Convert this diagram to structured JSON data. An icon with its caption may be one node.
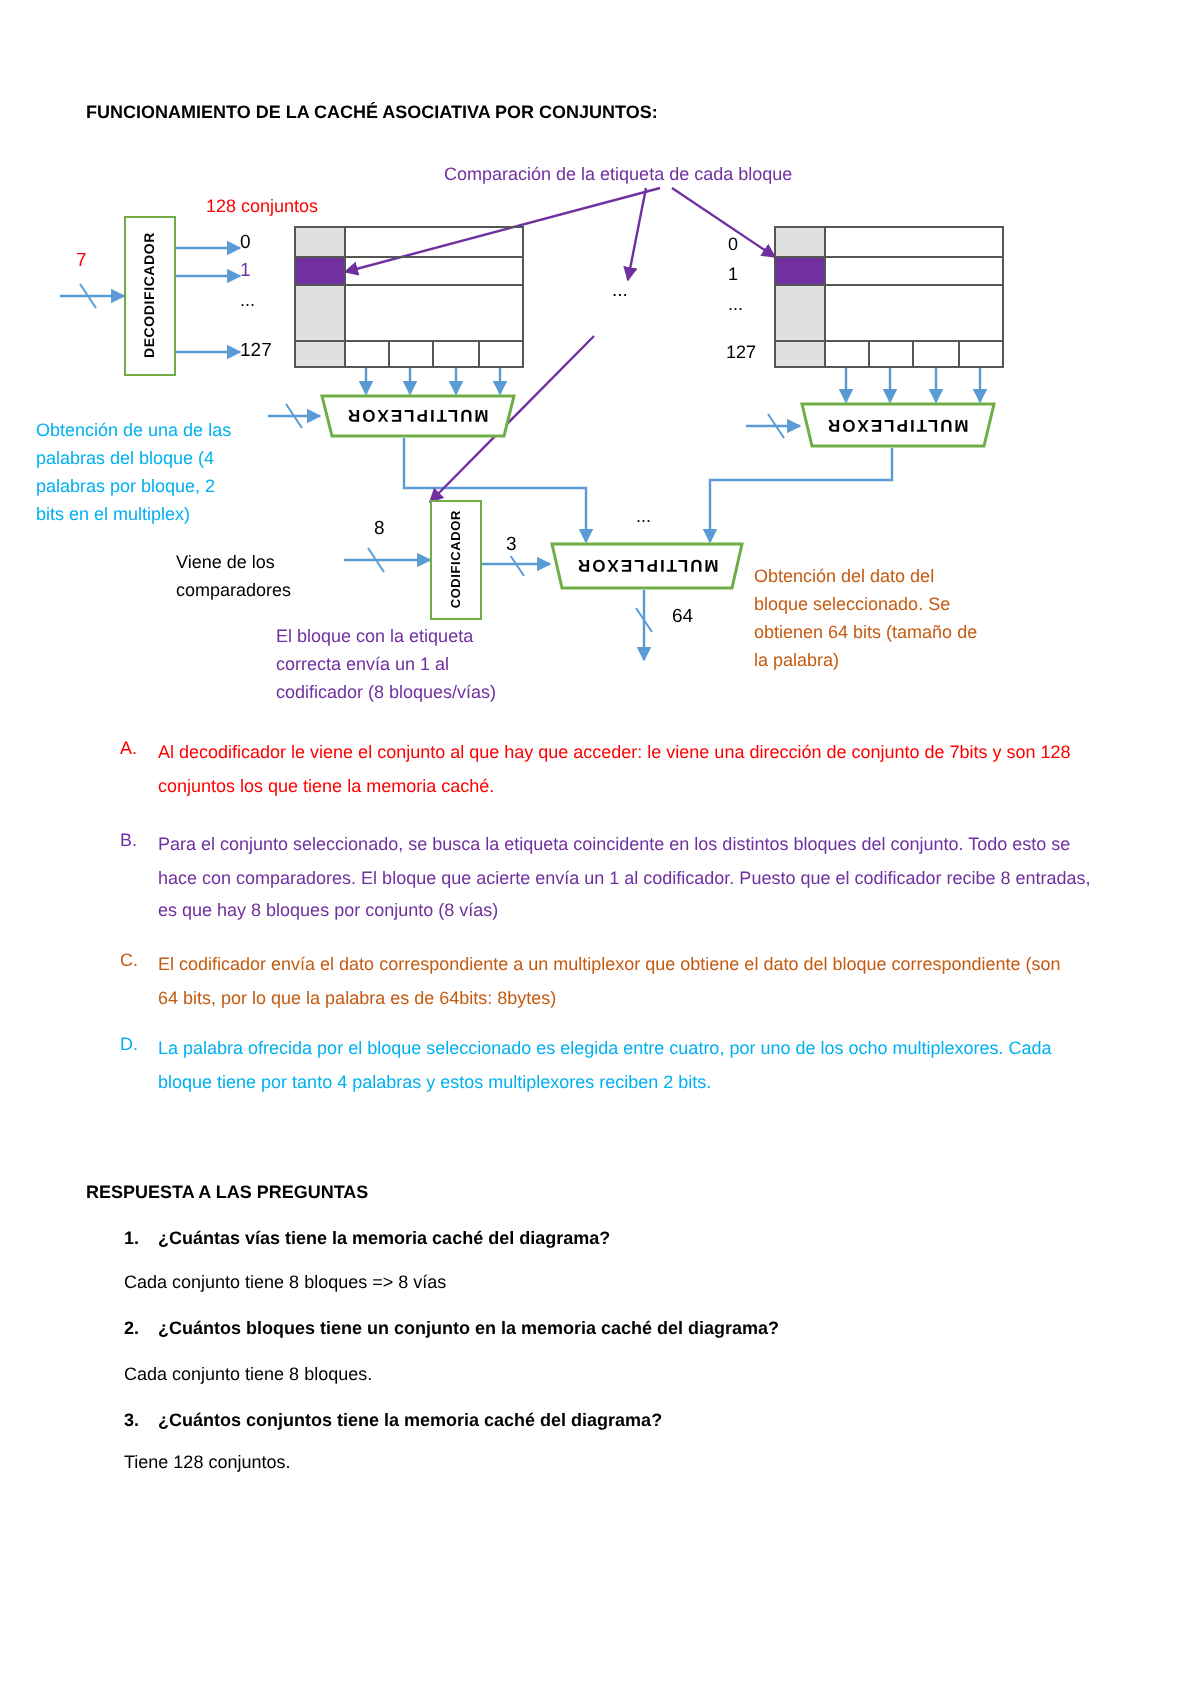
{
  "diagram": {
    "title": "FUNCIONAMIENTO DE LA CACHÉ ASOCIATIVA POR CONJUNTOS:",
    "nodes": [
      {
        "text": [
          "DECODIFICADOR"
        ]
      },
      {
        "text": [
          "0"
        ]
      },
      {
        "text": [
          "1"
        ]
      },
      {
        "text": [
          "127"
        ]
      },
      {
        "text": [],
        "shape": "box"
      },
      {
        "text": [],
        "shape": "box",
        "in": 4
      },
      {
        "text": [
          "MULTIPLEXOR"
        ]
      },
      {
        "text": [
          "Comparación de la etiqueta de cada bloque"
        ]
      },
      {
        "text": [
          "..."
        ]
      },
      {
        "text": [],
        "shape": "box"
      },
      {
        "text": [],
        "shape": "box",
        "in": 9
      },
      {
        "text": [
          "MULTIPLEXOR"
        ]
      },
      {
        "text": [
          "CODIFICADOR"
        ]
      },
      {
        "text": [
          "MULTIPLEXOR"
        ]
      }
    ],
    "edges": [
      {
        "from": null,
        "to": 0,
        "arrow": "to",
        "label": "7"
      },
      {
        "from": 0,
        "to": 1,
        "arrow": "to"
      },
      {
        "from": 0,
        "to": 2,
        "arrow": "to"
      },
      {
        "from": 0,
        "to": 3,
        "arrow": "to"
      },
      {
        "from": 4,
        "to": 6,
        "arrow": "to"
      },
      {
        "from": 4,
        "to": 6,
        "arrow": "to"
      },
      {
        "from": 4,
        "to": 6,
        "arrow": "to"
      },
      {
        "from": 4,
        "to": 6,
        "arrow": "to"
      },
      {
        "from": null,
        "to": 6,
        "arrow": "to"
      },
      {
        "from": 7,
        "to": 5,
        "arrow": "to",
        "color": "#7030a0"
      },
      {
        "from": 7,
        "to": 8,
        "arrow": "to",
        "color": "#7030a0"
      },
      {
        "from": 7,
        "to": 10,
        "arrow": "to",
        "color": "#7030a0"
      },
      {
        "from": 9,
        "to": 11,
        "arrow": "to"
      },
      {
        "from": 9,
        "to": 11,
        "arrow": "to"
      },
      {
        "from": 9,
        "to": 11,
        "arrow": "to"
      },
      {
        "from": 9,
        "to": 11,
        "arrow": "to"
      },
      {
        "from": null,
        "to": 11,
        "arrow": "to"
      },
      {
        "from": 6,
        "to": 13,
        "arrow": "to"
      },
      {
        "from": 11,
        "to": 13,
        "arrow": "to"
      },
      {
        "from": null,
        "to": 12,
        "arrow": "to",
        "label": "8"
      },
      {
        "from": null,
        "to": 12,
        "arrow": "to",
        "color": "#7030a0"
      },
      {
        "from": 12,
        "to": 13,
        "arrow": "to",
        "label": "3"
      },
      {
        "from": 13,
        "to": null,
        "arrow": "to",
        "label": "64"
      }
    ],
    "labels": [
      "128 conjuntos",
      "...",
      "0",
      "1",
      "...",
      "127",
      "Obtención de una de las palabras del bloque (4 palabras por bloque, 2 bits en el multiplex)",
      "Viene de los comparadores",
      "El bloque con la etiqueta correcta envía un 1 al codificador (8 bloques/vías)",
      "...",
      "Obtención del dato del bloque seleccionado. Se obtienen 64 bits (tamaño de la palabra)",
      "A.",
      "Al decodificador le viene el conjunto al que hay que acceder: le viene una dirección de conjunto de 7bits y son 128 conjuntos los que tiene la memoria caché.",
      "B.",
      "Para el conjunto seleccionado, se busca la etiqueta coincidente en los distintos bloques del conjunto. Todo esto se hace con comparadores. El bloque que acierte envía un 1 al codificador. Puesto que el codificador recibe 8 entradas, es que hay 8 bloques por conjunto (8 vías)",
      "C.",
      "El codificador envía el dato correspondiente a un multiplexor que obtiene el dato del bloque correspondiente (son 64 bits, por lo que la palabra es de 64bits: 8bytes)",
      "D.",
      "La palabra ofrecida por el bloque seleccionado es elegida entre cuatro, por uno de los ocho multiplexores. Cada bloque tiene por tanto 4 palabras y estos multiplexores reciben 2 bits.",
      "RESPUESTA A LAS PREGUNTAS",
      "1.",
      "¿Cuántas vías tiene la memoria caché del diagrama?",
      "Cada conjunto tiene 8 bloques => 8 vías",
      "2.",
      "¿Cuántos bloques tiene un conjunto en la memoria caché del diagrama?",
      "Cada conjunto tiene 8 bloques.",
      "3.",
      "¿Cuántos conjuntos tiene la memoria caché del diagrama?",
      "Tiene 128 conjuntos."
    ]
  }
}
